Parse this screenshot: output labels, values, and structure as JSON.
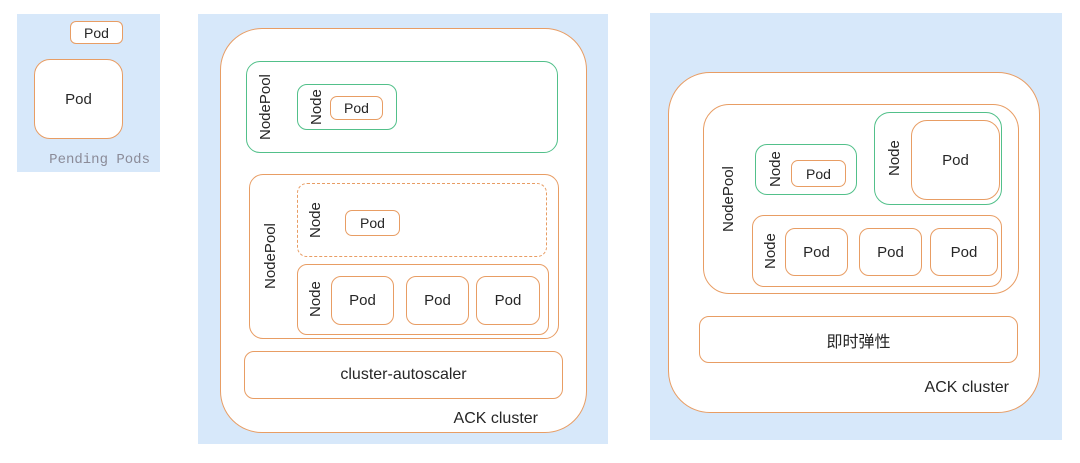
{
  "labels": {
    "pod": "Pod",
    "node": "Node",
    "nodepool": "NodePool",
    "pending_pods": "Pending Pods",
    "ack_cluster": "ACK cluster",
    "cluster_autoscaler": "cluster-autoscaler",
    "instant_elasticity": "即时弹性"
  },
  "colors": {
    "panel_bg": "#d7e8fa",
    "orange_border": "#e89d64",
    "green_border": "#52c08a",
    "box_bg": "#ffffff",
    "text": "#262626",
    "muted_text": "#8b8b98"
  }
}
